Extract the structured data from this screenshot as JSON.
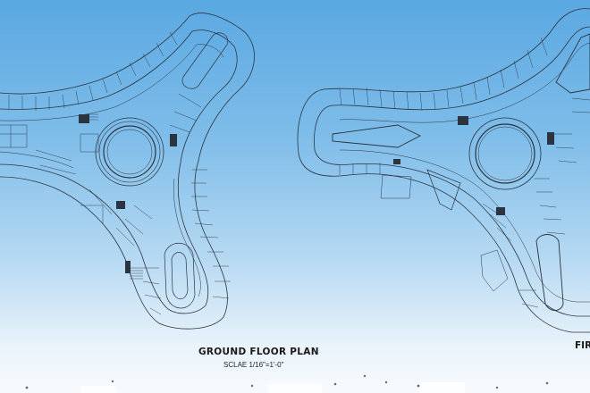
{
  "ground_plan": {
    "title": "GROUND FLOOR PLAN",
    "scale": "SCLAE 1/16\"=1'-0\""
  },
  "first_plan": {
    "title": "FIR"
  },
  "colors": {
    "sky_top": "#5aa8e2",
    "sky_bottom": "#f7fbfe",
    "line": "#2b3440"
  }
}
